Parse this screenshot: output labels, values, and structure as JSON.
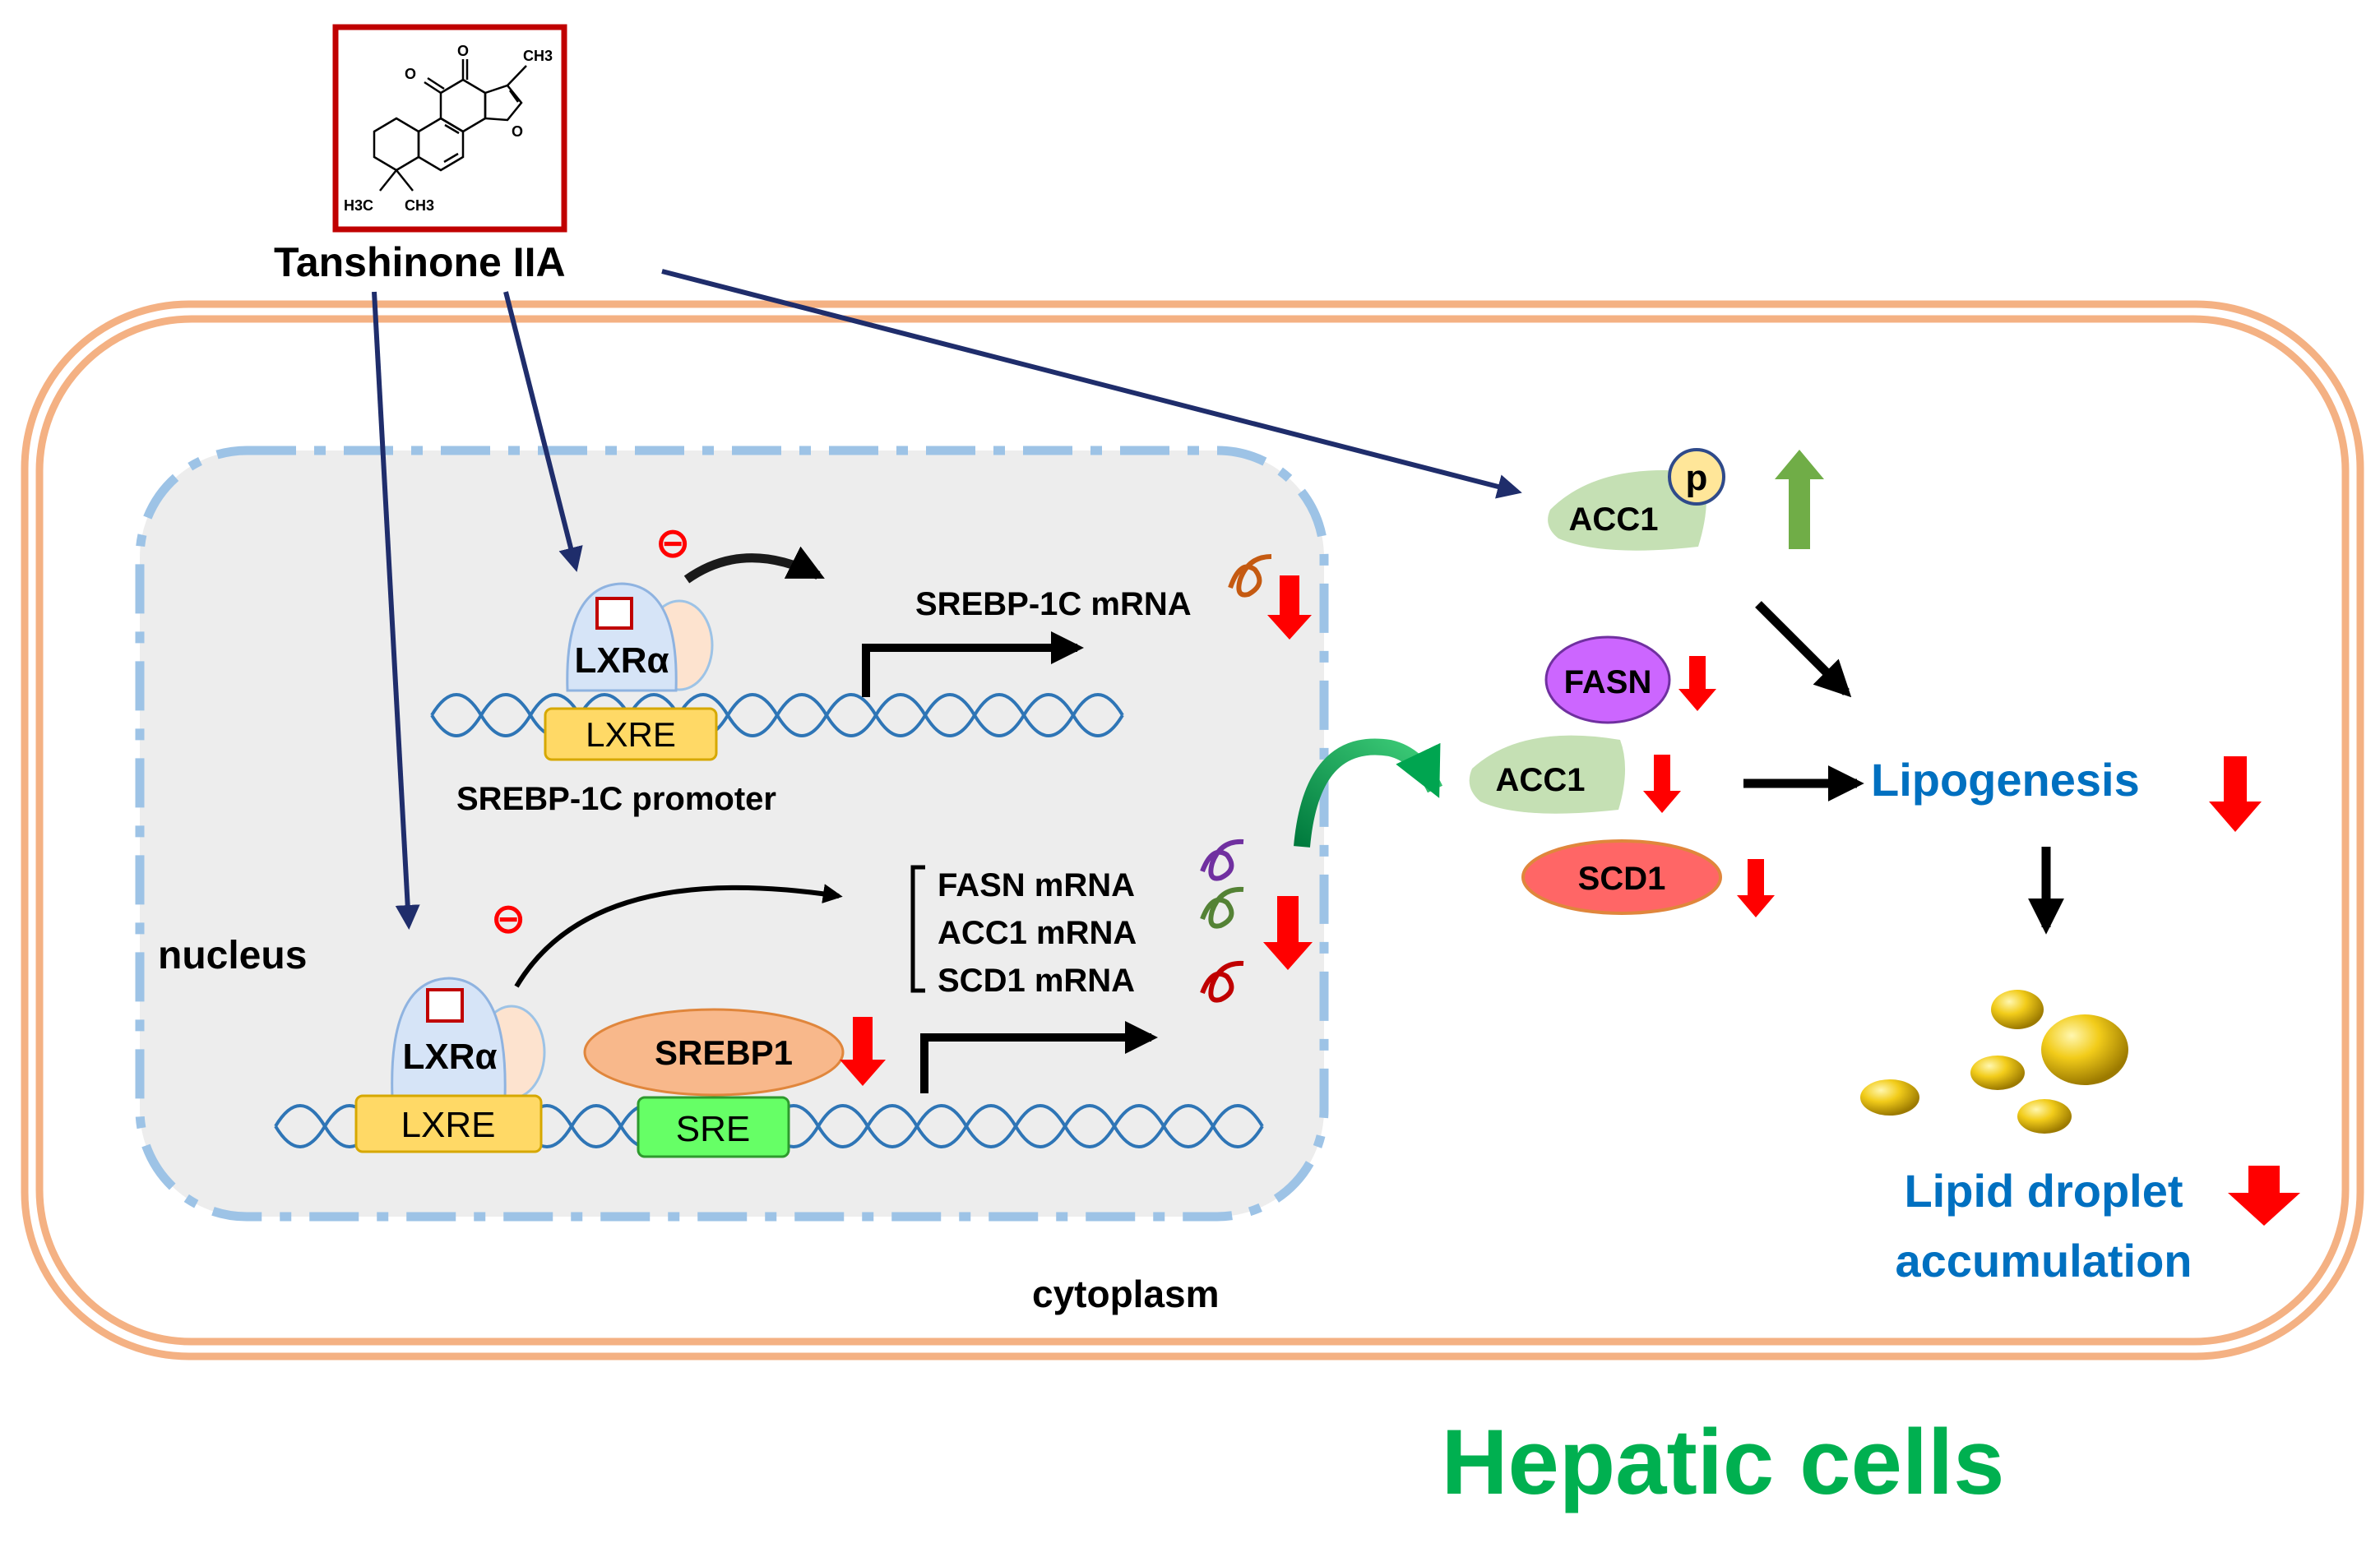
{
  "drug": {
    "name": "Tanshinone IIA",
    "structure_labels": {
      "oxo1": "O",
      "oxo2": "O",
      "ring_o": "O",
      "methyl_top": "CH3",
      "methyl_left": "H3C",
      "methyl_right": "CH3"
    }
  },
  "compartments": {
    "nucleus": "nucleus",
    "cytoplasm": "cytoplasm",
    "cell_type": "Hepatic cells"
  },
  "nucleus_top": {
    "receptor": "LXRα",
    "response_element": "LXRE",
    "promoter": "SREBP-1C promoter",
    "transcript": "SREBP-1C mRNA",
    "inhibit_symbol": "⊖"
  },
  "nucleus_bottom": {
    "receptor": "LXRα",
    "response_element": "LXRE",
    "factor": "SREBP1",
    "factor_element": "SRE",
    "transcripts": [
      "FASN mRNA",
      "ACC1 mRNA",
      "SCD1 mRNA"
    ],
    "inhibit_symbol": "⊖"
  },
  "cytoplasm_proteins": {
    "acc1_phospho": "ACC1",
    "phospho_label": "p",
    "fasn": "FASN",
    "acc1": "ACC1",
    "scd1": "SCD1"
  },
  "outcomes": {
    "lipogenesis": "Lipogenesis",
    "lipid_line1": "Lipid droplet",
    "lipid_line2": "accumulation"
  },
  "colors": {
    "membrane": "#f4b183",
    "nucleus_border": "#9dc3e6",
    "nucleus_fill": "#ededed",
    "drug_arrow": "#1f2d6b",
    "down_arrow": "#ff0000",
    "up_arrow": "#70ad47",
    "outcome_text": "#0070c0",
    "cell_label": "#00b050",
    "lxre_fill": "#ffd966",
    "sre_fill": "#66ff66",
    "srebp1_fill": "#f8b88b",
    "fasn_fill": "#cc66ff",
    "acc1_fill": "#c5e0b4",
    "scd1_fill": "#ff6666",
    "lipid_gold": "#e6b800"
  }
}
